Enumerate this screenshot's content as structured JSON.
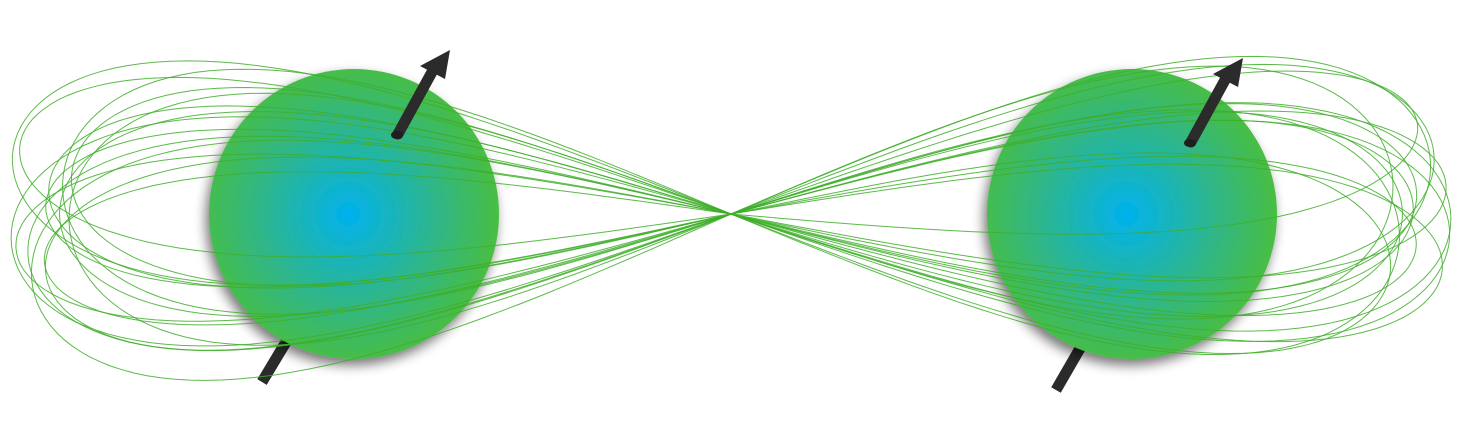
{
  "diagram": {
    "description_elements": [
      "particle-left",
      "particle-right",
      "spin-arrow-left",
      "spin-arrow-right",
      "entanglement-loops"
    ],
    "colors": {
      "background": "#ffffff",
      "loop_stroke": "#3fae2a",
      "sphere_core": "#00b2ee",
      "sphere_mid": "#2fb68a",
      "sphere_edge": "#4cbf38",
      "arrow": "#2b2b2b",
      "shadow": "#000000"
    },
    "loop_count": 14,
    "particles": [
      {
        "id": "left",
        "spin": "up"
      },
      {
        "id": "right",
        "spin": "up"
      }
    ]
  }
}
